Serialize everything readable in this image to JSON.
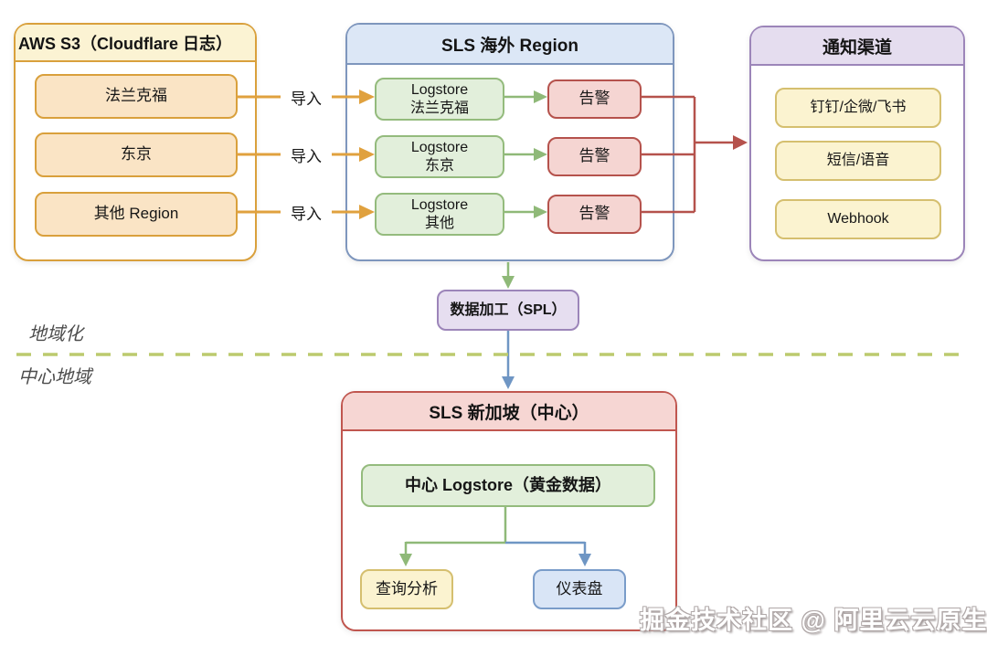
{
  "palette": {
    "orange_border": "#d9a03c",
    "orange_fill": "#fae4c5",
    "header_yellow_fill": "#fbf3d3",
    "yellow_fill": "#fbf3d0",
    "yellow_border": "#d5bf6f",
    "blue_border": "#7e96bd",
    "blue_header_fill": "#dce7f6",
    "blue_fill": "#d9e5f6",
    "green_border": "#94bb7d",
    "green_fill": "#e2efdb",
    "red_border": "#b5524c",
    "red_fill": "#f5d5d2",
    "pink_header_fill": "#f6d6d3",
    "purple_border": "#9c85b9",
    "purple_header_fill": "#e5ddef",
    "purple_fill": "#e6def0",
    "arrow_orange": "#e0a13e",
    "arrow_green": "#8fb978",
    "arrow_blue": "#6f96c4",
    "arrow_red": "#b5524c",
    "dashed_divider": "#bcca6e"
  },
  "aws_box": {
    "title": "AWS S3（Cloudflare 日志）",
    "items": [
      "法兰克福",
      "东京",
      "其他 Region"
    ]
  },
  "import_labels": [
    "导入",
    "导入",
    "导入"
  ],
  "overseas_box": {
    "title": "SLS 海外 Region",
    "logstores": [
      {
        "line1": "Logstore",
        "line2": "法兰克福"
      },
      {
        "line1": "Logstore",
        "line2": "东京"
      },
      {
        "line1": "Logstore",
        "line2": "其他"
      }
    ],
    "alerts": [
      "告警",
      "告警",
      "告警"
    ]
  },
  "notify_box": {
    "title": "通知渠道",
    "items": [
      "钉钉/企微/飞书",
      "短信/语音",
      "Webhook"
    ]
  },
  "spl_box": {
    "label": "数据加工（SPL）"
  },
  "zone_labels": {
    "top": "地域化",
    "bottom": "中心地域"
  },
  "central_box": {
    "title": "SLS 新加坡（中心）",
    "logstore": "中心 Logstore（黄金数据）",
    "outputs": [
      "查询分析",
      "仪表盘"
    ]
  },
  "watermark": "掘金技术社区 @ 阿里云云原生"
}
